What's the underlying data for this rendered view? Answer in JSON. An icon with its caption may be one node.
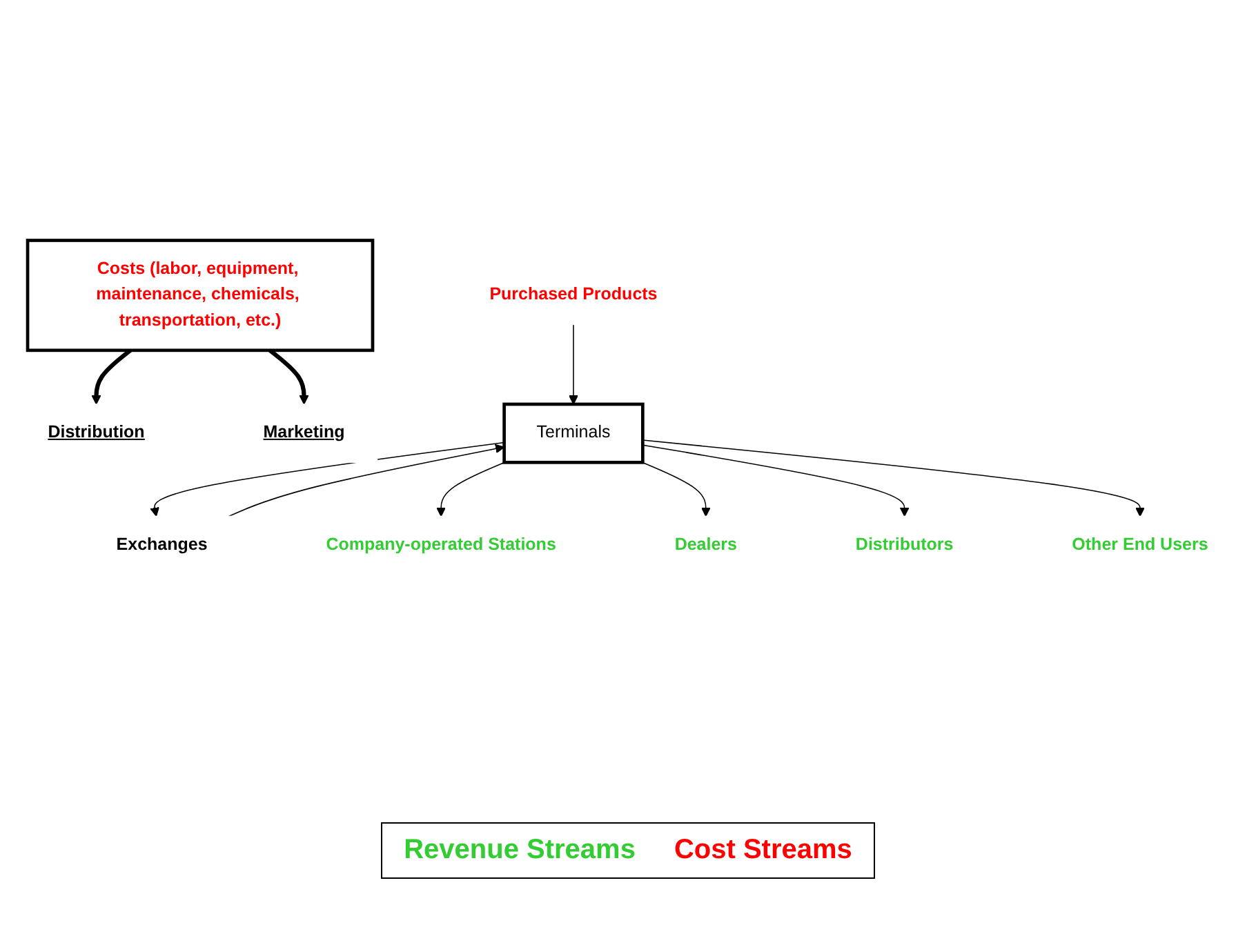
{
  "diagram": {
    "nodes": [
      {
        "text": [
          "Purchased Products"
        ]
      },
      {
        "text": [
          "Terminals"
        ]
      },
      {
        "text": [
          "Exchanges"
        ]
      },
      {
        "text": [
          "Company-operated Stations"
        ]
      },
      {
        "text": [
          "Dealers"
        ]
      },
      {
        "text": [
          "Distributors"
        ]
      },
      {
        "text": [
          "Other End Users"
        ]
      },
      {
        "text": [
          "Costs (labor, equipment, maintenance, chemicals, transportation, etc.)"
        ]
      },
      {
        "text": [
          "Distribution"
        ]
      },
      {
        "text": [
          "Marketing"
        ]
      }
    ],
    "edges": [
      {
        "from": 0,
        "to": 1,
        "arrow": "to"
      },
      {
        "from": 2,
        "to": 1,
        "arrow": "to"
      },
      {
        "from": 1,
        "to": 2,
        "arrow": "to"
      },
      {
        "from": 1,
        "to": 3,
        "arrow": "to"
      },
      {
        "from": 1,
        "to": 4,
        "arrow": "to"
      },
      {
        "from": 1,
        "to": 5,
        "arrow": "to"
      },
      {
        "from": 1,
        "to": 6,
        "arrow": "to"
      },
      {
        "from": 7,
        "to": 8,
        "arrow": "to",
        "style": "thick"
      },
      {
        "from": 7,
        "to": 9,
        "arrow": "to",
        "style": "thick"
      }
    ],
    "legend": [
      {
        "text": "Revenue Streams",
        "color": "#33cc33"
      },
      {
        "text": "Cost Streams",
        "color": "#ff0000"
      }
    ]
  }
}
